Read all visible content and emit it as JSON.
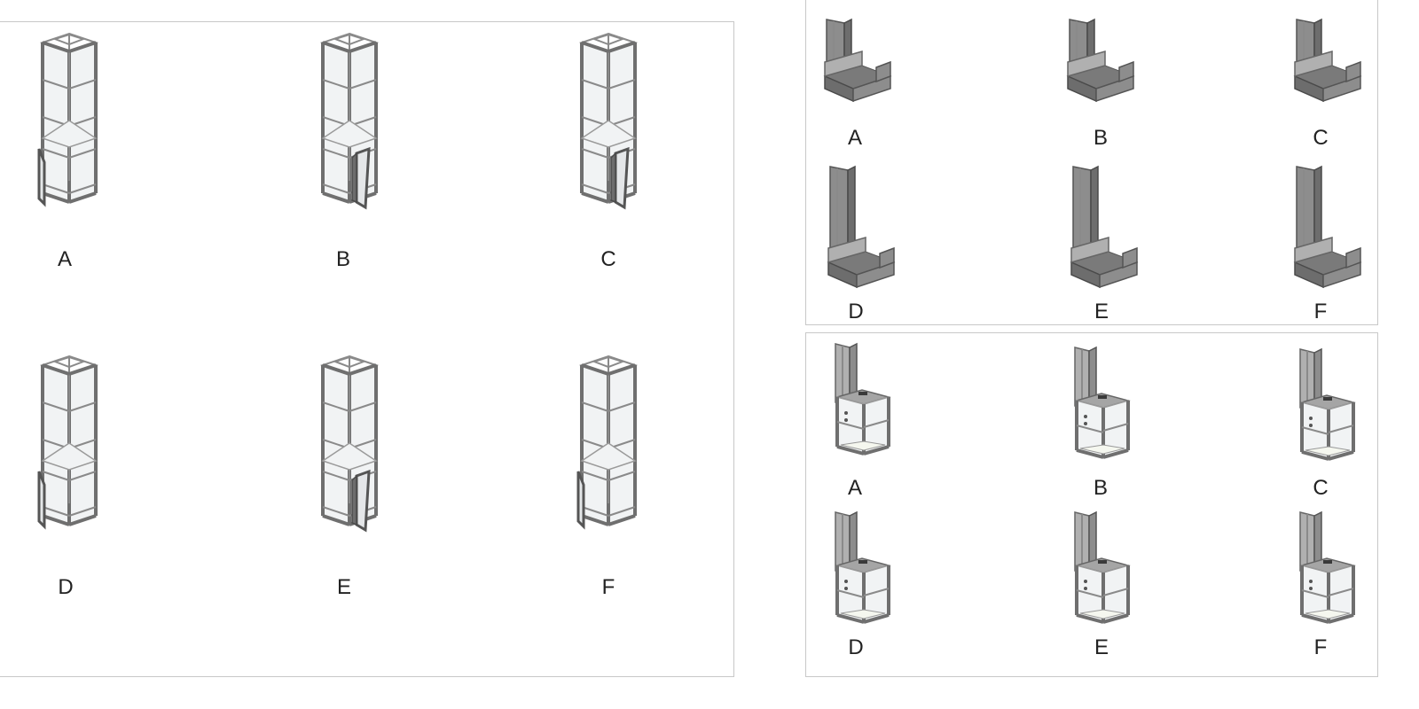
{
  "left_panel": {
    "items": [
      {
        "label": "A",
        "door_side": "left"
      },
      {
        "label": "B",
        "door_side": "right"
      },
      {
        "label": "C",
        "door_side": "right"
      },
      {
        "label": "D",
        "door_side": "left"
      },
      {
        "label": "E",
        "door_side": "right"
      },
      {
        "label": "F",
        "door_side": "left"
      }
    ]
  },
  "top_right_panel": {
    "items": [
      {
        "label": "A"
      },
      {
        "label": "B"
      },
      {
        "label": "C"
      },
      {
        "label": "D"
      },
      {
        "label": "E"
      },
      {
        "label": "F"
      }
    ]
  },
  "bottom_right_panel": {
    "items": [
      {
        "label": "A"
      },
      {
        "label": "B"
      },
      {
        "label": "C"
      },
      {
        "label": "D"
      },
      {
        "label": "E"
      },
      {
        "label": "F"
      }
    ]
  },
  "colors": {
    "frame": "#6f6f6f",
    "steel": "#8d8d8d",
    "accent_red": "#c0392b"
  }
}
